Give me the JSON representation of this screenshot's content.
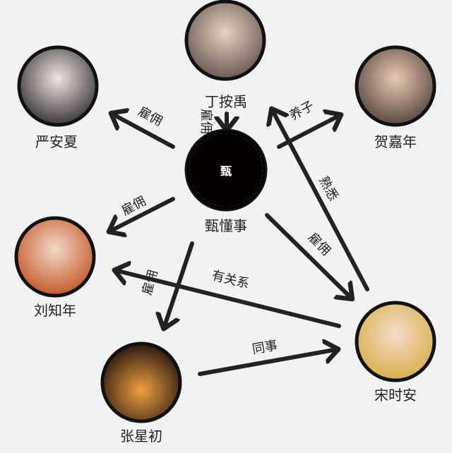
{
  "title": "人物关系图",
  "center": {
    "name": "甄懂事",
    "avatar_text": "甄"
  },
  "people": {
    "ding": "丁按禹",
    "yan": "严安夏",
    "he": "贺嘉年",
    "liu": "刘知年",
    "song": "宋时安",
    "zhang": "张星初"
  },
  "relations": {
    "center_yan": "雇佣",
    "center_ding": "雇佣",
    "center_liu": "雇佣",
    "center_he": "养子",
    "song_ding": "熟悉",
    "center_song": "雇佣",
    "center_zhang": "雇佣",
    "song_liu": "有关系",
    "zhang_song": "同事"
  },
  "colors": {
    "arrow": "#222222",
    "ring": "#111111",
    "background": "#f2f2f2"
  }
}
